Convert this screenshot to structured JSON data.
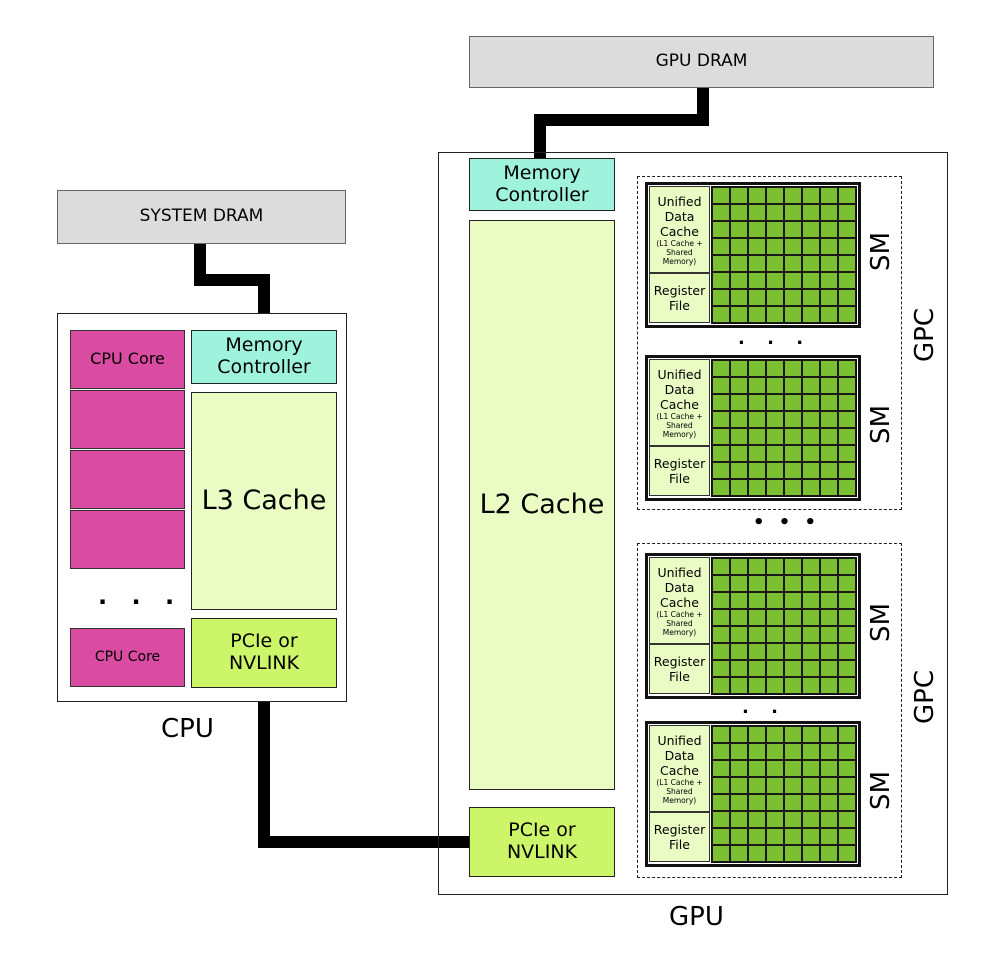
{
  "system_dram": "SYSTEM DRAM",
  "gpu_dram": "GPU DRAM",
  "cpu": {
    "caption": "CPU",
    "memory_controller": "Memory\nController",
    "l3_cache": "L3 Cache",
    "pcie": "PCIe or\nNVLINK",
    "core_top": "CPU Core",
    "core_bottom": "CPU Core",
    "ellipsis": ". . ."
  },
  "gpu": {
    "caption": "GPU",
    "memory_controller": "Memory\nController",
    "l2_cache": "L2 Cache",
    "pcie": "PCIe or\nNVLINK",
    "gpc_label": "GPC",
    "sm_label": "SM",
    "udc_title": "Unified\nData\nCache",
    "udc_sub": "(L1 Cache +\nShared\nMemory)",
    "register_file": "Register\nFile",
    "ellipsis_sm": ". . .",
    "ellipsis_sm_short": ". .",
    "ellipsis_gpc": "• • •"
  }
}
